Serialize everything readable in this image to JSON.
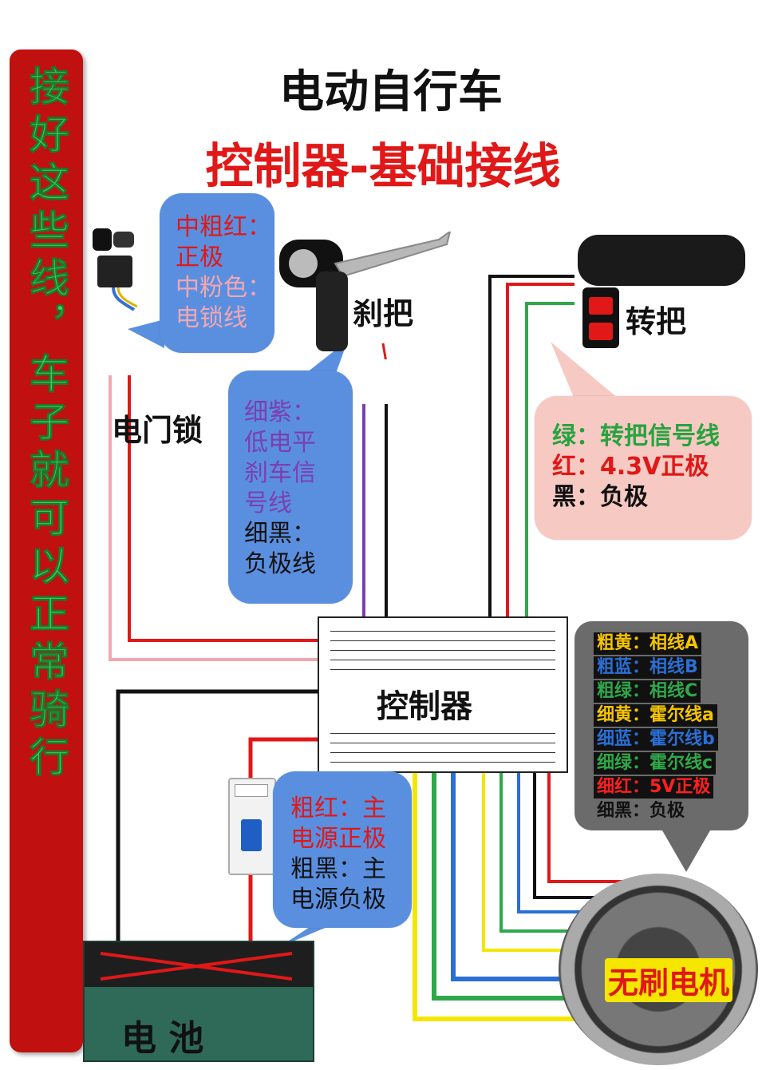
{
  "title": {
    "main": "电动自行车",
    "sub": "控制器-基础接线"
  },
  "side_banner": "接好这些线，车子就可以正常骑行",
  "ignition": {
    "label": "电门锁",
    "note_lines": [
      "中粗红：",
      "正极",
      "中粉色：",
      "电锁线"
    ]
  },
  "brake": {
    "label": "刹把",
    "note_lines": [
      "细紫：",
      "低电平",
      "刹车信",
      "号线",
      "细黑：",
      "负极线"
    ]
  },
  "throttle": {
    "label": "转把",
    "notes": [
      {
        "text": "绿：转把信号线",
        "color": "#27a33f"
      },
      {
        "text": "红：4.3V正极",
        "color": "#e01818"
      },
      {
        "text": "黑：负极",
        "color": "#111111"
      }
    ]
  },
  "controller": {
    "label": "控制器"
  },
  "motor": {
    "label": "无刷电机",
    "notes": [
      {
        "text": "粗黄：相线A",
        "color": "#f5c400"
      },
      {
        "text": "粗蓝：相线B",
        "color": "#2a6fd6"
      },
      {
        "text": "粗绿：相线C",
        "color": "#2fa84a"
      },
      {
        "text": "细黄：霍尔线a",
        "color": "#f5c400"
      },
      {
        "text": "细蓝：霍尔线b",
        "color": "#2a6fd6"
      },
      {
        "text": "细绿：霍尔线c",
        "color": "#2fa84a"
      },
      {
        "text": "细红：5V正极",
        "color": "#ff2020"
      },
      {
        "text": "细黑：负极",
        "color": "#111111"
      }
    ]
  },
  "battery": {
    "label": "电  池",
    "note_lines": [
      "粗红：主",
      "电源正极",
      "粗黑：主",
      "电源负极"
    ]
  },
  "colors": {
    "banner": "#c01010",
    "banner_text": "#3dd35a",
    "title_sub": "#e01818",
    "bubble_blue": "#5a8fe0",
    "bubble_pink": "#f6c9c2",
    "wire_red": "#e01818",
    "wire_pink": "#f2a7b0",
    "wire_purple": "#7b3fb0",
    "wire_black": "#111111",
    "wire_green": "#2fa84a",
    "wire_blue": "#2a6fd6",
    "wire_yellow": "#f5e600"
  }
}
